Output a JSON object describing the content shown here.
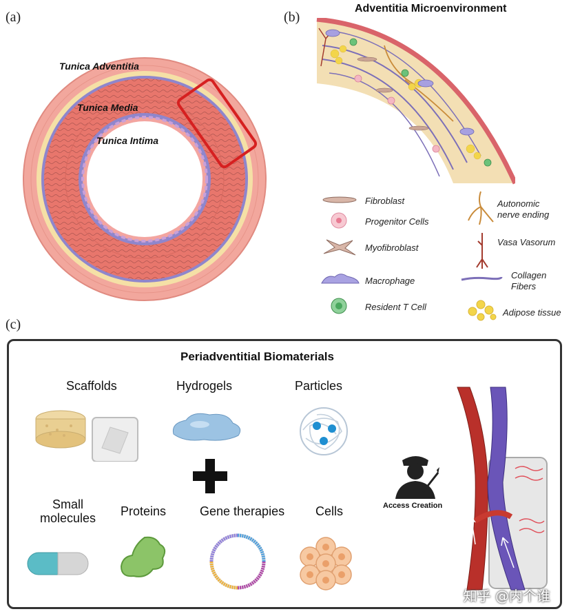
{
  "panels": {
    "a": {
      "letter": "(a)",
      "labels": {
        "adventitia": "Tunica Adventitia",
        "media": "Tunica Media",
        "intima": "Tunica Intima"
      }
    },
    "b": {
      "letter": "(b)",
      "title": "Adventitia Microenvironment",
      "legend_left": [
        "Fibroblast",
        "Progenitor Cells",
        "Myofibroblast",
        "Macrophage",
        "Resident T Cell"
      ],
      "legend_right": [
        "Autonomic nerve ending",
        "Vasa Vasorum",
        "Collagen Fibers",
        "Adipose tissue"
      ],
      "legend_right_lines": [
        [
          "Autonomic",
          "nerve ending"
        ],
        [
          "Vasa Vasorum"
        ],
        [
          "Collagen",
          "Fibers"
        ],
        [
          "Adipose tissue"
        ]
      ]
    },
    "c": {
      "letter": "(c)",
      "title": "Periadventitial Biomaterials",
      "categories": {
        "scaffolds": "Scaffolds",
        "hydrogels": "Hydrogels",
        "particles": "Particles",
        "small_molecules_1": "Small",
        "small_molecules_2": "molecules",
        "proteins": "Proteins",
        "gene_therapies": "Gene therapies",
        "cells": "Cells"
      },
      "access": "Access Creation"
    }
  },
  "watermark": "知乎 @内个谁",
  "colors": {
    "vessel_red": "#e57a72",
    "adventitia_yellow": "#f0dca0",
    "media_purple": "#8b7fc7",
    "highlight_red": "#d62020"
  }
}
